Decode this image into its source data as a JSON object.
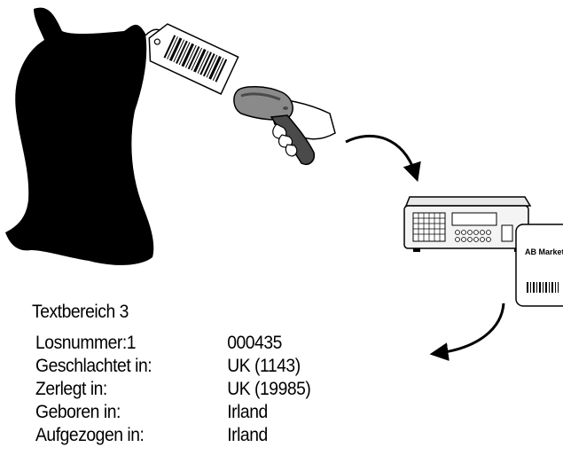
{
  "label": {
    "brand": "AB Markets"
  },
  "text_area": {
    "title": "Textbereich 3",
    "rows": [
      {
        "key": "Losnummer:1",
        "value": "000435"
      },
      {
        "key": "Geschlachtet in:",
        "value": "UK (1143)"
      },
      {
        "key": "Zerlegt in:",
        "value": "UK (19985)"
      },
      {
        "key": "Geboren in:",
        "value": "Irland"
      },
      {
        "key": "Aufgezogen in:",
        "value": "Irland"
      }
    ]
  },
  "colors": {
    "ink": "#000000",
    "scanner_body": "#8a8a8a",
    "scanner_dark": "#4a4a4a",
    "scale_body": "#f4f4f4",
    "background": "#ffffff"
  },
  "icons": [
    "meat-carcass-icon",
    "barcode-tag-icon",
    "barcode-scanner-icon",
    "flow-arrow-icon",
    "label-scale-icon",
    "printed-label-icon"
  ]
}
